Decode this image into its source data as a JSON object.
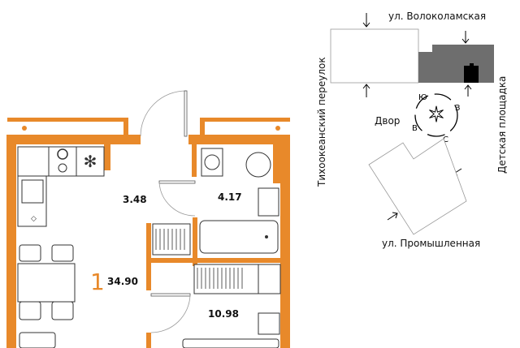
{
  "plan": {
    "room_count": "1",
    "areas": {
      "hall": "3.48",
      "bathroom": "4.17",
      "total": "34.90",
      "room": "10.98"
    },
    "wall_color": "#E8892A"
  },
  "site_map": {
    "street_top": "ул. Волоколамская",
    "street_bottom": "ул. Промышленная",
    "lane_left": "Тихоокеанский переулок",
    "playground_right": "Детская площадка",
    "yard": "Двор",
    "compass": {
      "south": "Ю",
      "west": "З",
      "north": "С",
      "east": "В"
    }
  }
}
